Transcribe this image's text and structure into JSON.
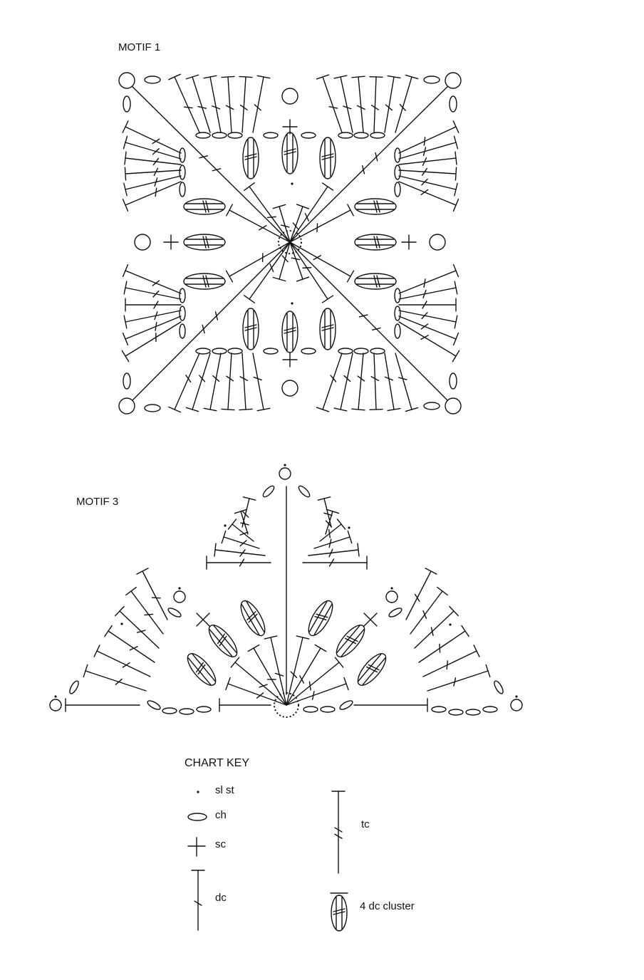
{
  "motif1": {
    "title": "MOTIF 1"
  },
  "motif3": {
    "title": "MOTIF 3"
  },
  "key": {
    "title": "CHART KEY",
    "items": {
      "slst": "sl st",
      "ch": "ch",
      "sc": "sc",
      "dc": "dc",
      "tc": "tc",
      "cluster": "4 dc cluster"
    }
  },
  "colors": {
    "ink": "#111111",
    "background": "#ffffff"
  }
}
